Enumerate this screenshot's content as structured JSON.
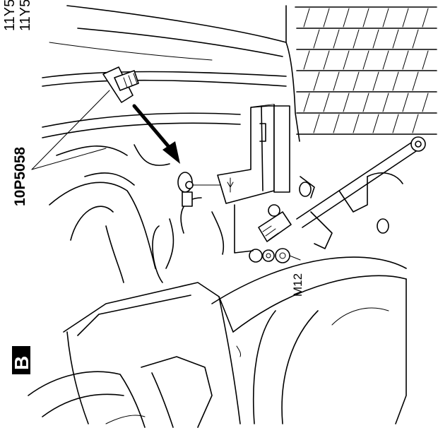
{
  "figure": {
    "part_code": "10P5058",
    "bolt_size": "M12",
    "callout_top_1": "11Y5",
    "callout_top_2": "11Y5",
    "panel_letter": "B"
  },
  "colors": {
    "ink": "#000000",
    "paper": "#ffffff"
  }
}
